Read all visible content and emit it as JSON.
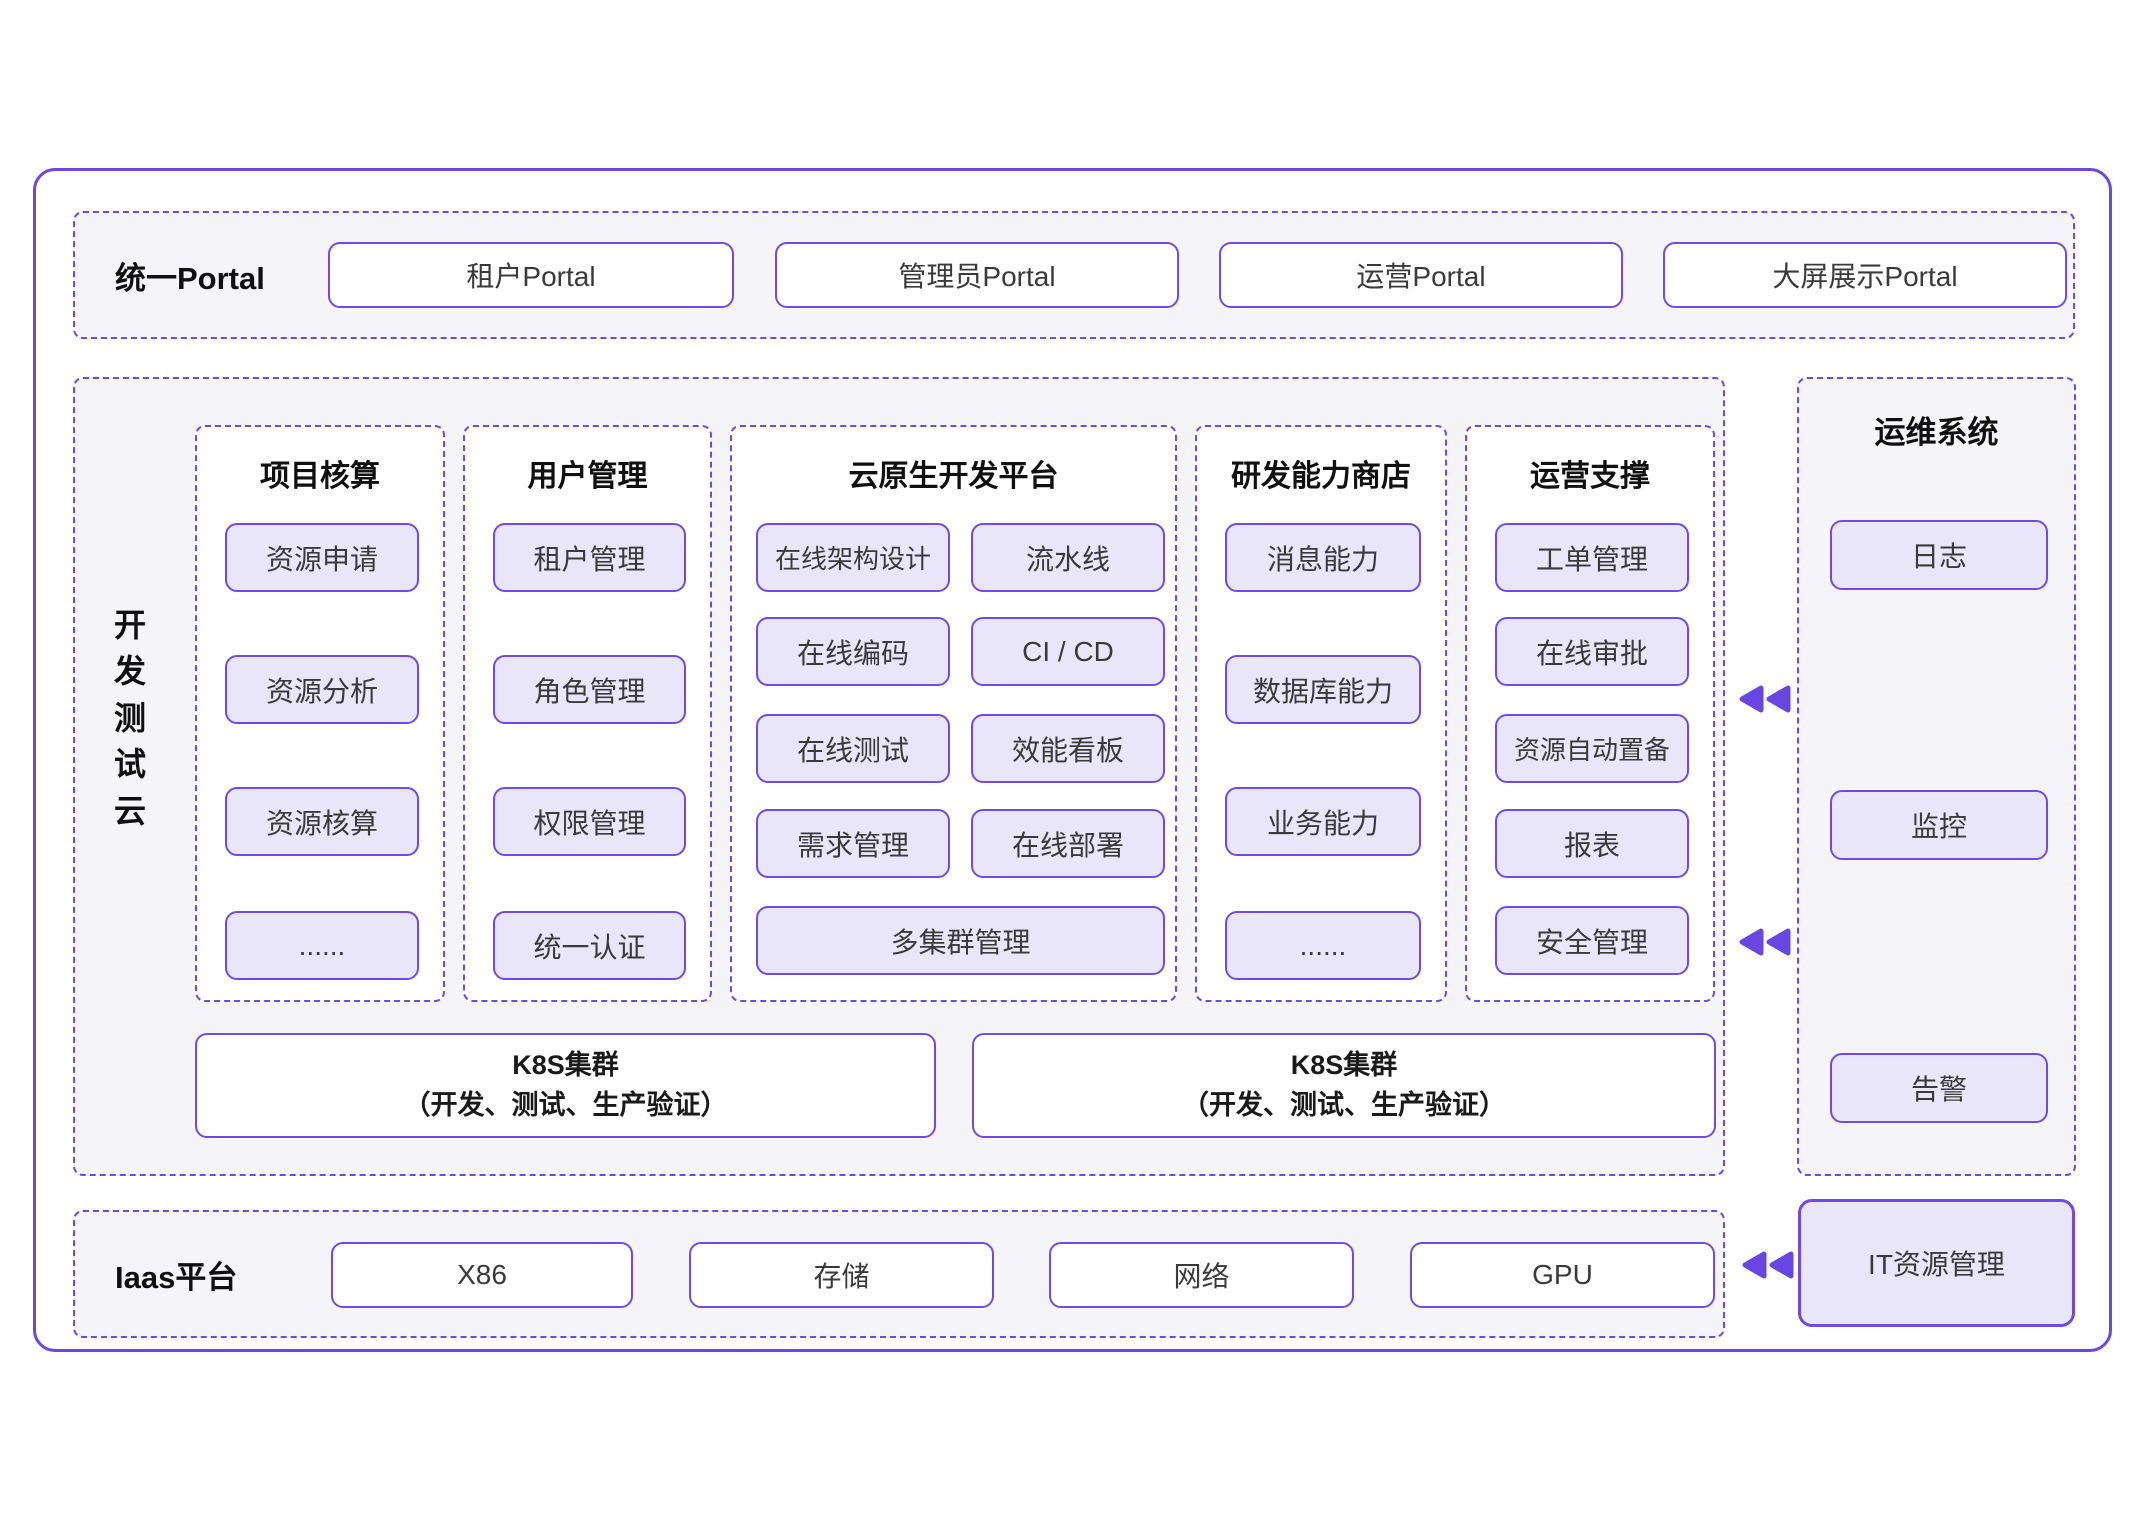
{
  "portal": {
    "title": "统一Portal",
    "boxes": [
      "租户Portal",
      "管理员Portal",
      "运营Portal",
      "大屏展示Portal"
    ]
  },
  "dev_cloud": {
    "vertical_label": "开发测试云",
    "columns": {
      "project_accounting": {
        "title": "项目核算",
        "items": [
          "资源申请",
          "资源分析",
          "资源核算",
          "......"
        ]
      },
      "user_mgmt": {
        "title": "用户管理",
        "items": [
          "租户管理",
          "角色管理",
          "权限管理",
          "统一认证"
        ]
      },
      "cloud_native": {
        "title": "云原生开发平台",
        "rows": [
          [
            "在线架构设计",
            "流水线"
          ],
          [
            "在线编码",
            "CI / CD"
          ],
          [
            "在线测试",
            "效能看板"
          ],
          [
            "需求管理",
            "在线部署"
          ]
        ],
        "full_row": "多集群管理"
      },
      "rd_store": {
        "title": "研发能力商店",
        "items": [
          "消息能力",
          "数据库能力",
          "业务能力",
          "......"
        ]
      },
      "ops_support": {
        "title": "运营支撑",
        "items": [
          "工单管理",
          "在线审批",
          "资源自动置备",
          "报表",
          "安全管理"
        ]
      }
    },
    "k8s": {
      "line1": "K8S集群",
      "line2": "（开发、测试、生产验证）"
    }
  },
  "ops_system": {
    "title": "运维系统",
    "items": [
      "日志",
      "监控",
      "告警"
    ]
  },
  "iaas": {
    "title": "Iaas平台",
    "boxes": [
      "X86",
      "存储",
      "网络",
      "GPU"
    ]
  },
  "it_resource": {
    "label": "IT资源管理"
  },
  "icons": {
    "bidirectional_arrow": "left-right-triangle-arrows"
  },
  "colors": {
    "accent_purple": "#6B46E4",
    "dashed_border": "#6A4BE8",
    "box_border": "#6E4BE8",
    "light_fill": "#EAE6F9",
    "section_bg": "#F5F5F9",
    "heading_text": "#101010",
    "box_text": "#3A3A3A"
  }
}
